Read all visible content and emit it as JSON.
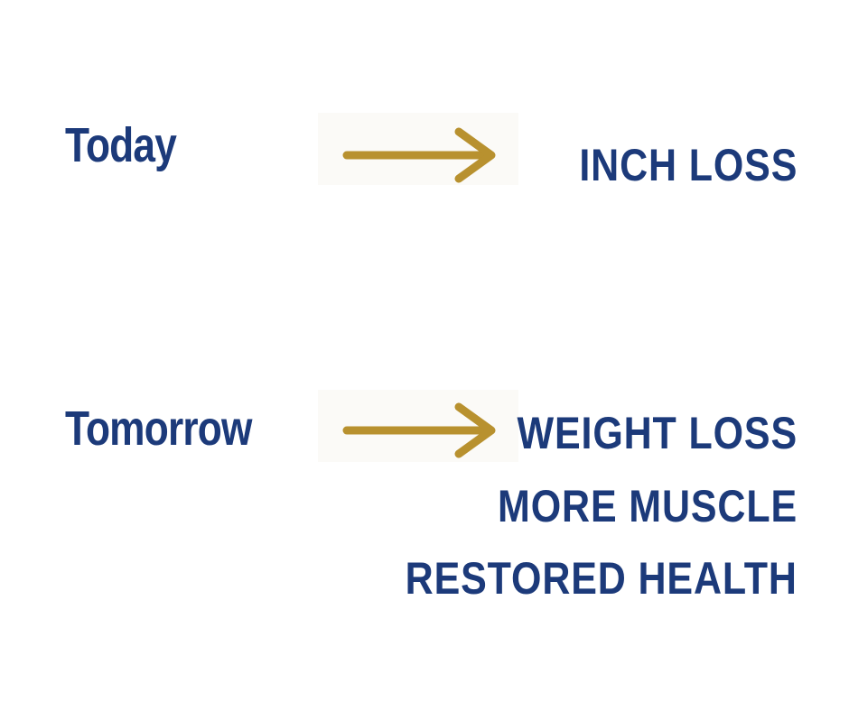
{
  "colors": {
    "text": "#1c3a7a",
    "arrow": "#b8912f",
    "background": "#ffffff"
  },
  "rows": [
    {
      "label": "Today",
      "arrow_icon": "right-arrow-icon",
      "outcomes": [
        "INCH LOSS"
      ]
    },
    {
      "label": "Tomorrow",
      "arrow_icon": "right-arrow-icon",
      "outcomes": [
        "WEIGHT LOSS",
        "MORE MUSCLE",
        "Restored Health"
      ]
    }
  ]
}
